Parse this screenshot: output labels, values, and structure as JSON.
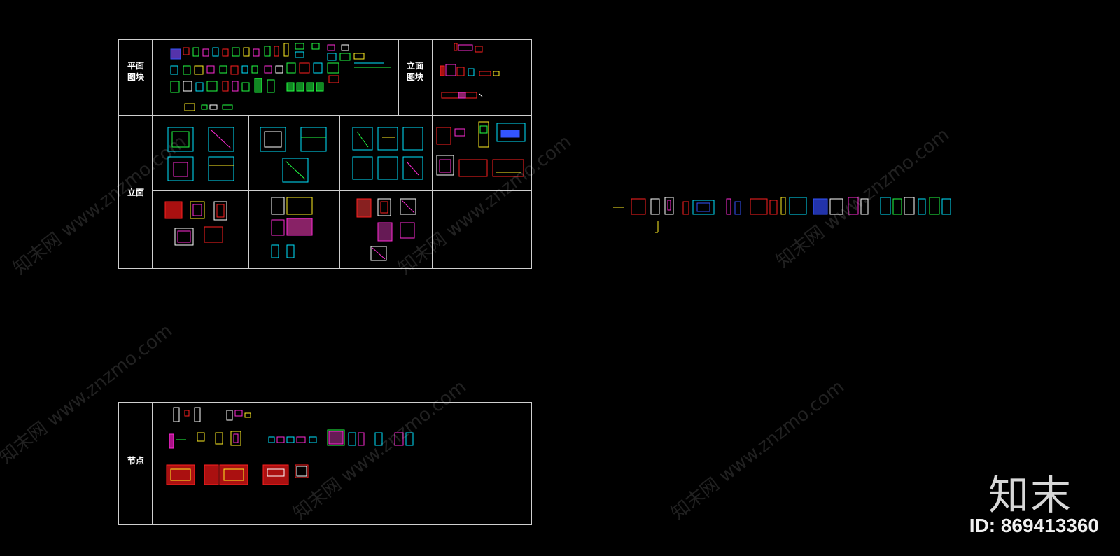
{
  "labels": {
    "plan_blocks": "平面\n图块",
    "elevation_blocks": "立面\n图块",
    "elevation": "立面",
    "node": "节点"
  },
  "watermark": {
    "text": "知末网 www.znzmo.com"
  },
  "logo": {
    "brand": "知末",
    "id": "ID: 869413360"
  },
  "colors": {
    "background": "#000000",
    "frame": "#cfcfcf",
    "cad_cyan": "#00e5ff",
    "cad_magenta": "#ff2bd6",
    "cad_red": "#ff2020",
    "cad_green": "#22ff44",
    "cad_yellow": "#ffee22",
    "cad_white": "#ffffff",
    "cad_blue": "#3355ff"
  }
}
